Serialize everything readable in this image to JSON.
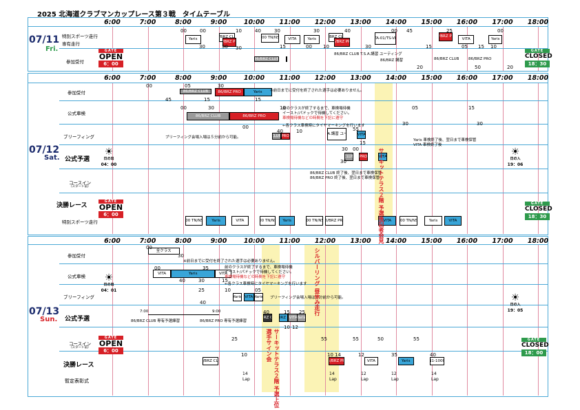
{
  "title": "2025 北海道クラブマンカップレース第３戦　タイムテーブル",
  "hours": [
    "6:00",
    "7:00",
    "8:00",
    "9:00",
    "10:00",
    "11:00",
    "12:00",
    "13:00",
    "14:00",
    "15:00",
    "16:00",
    "17:00",
    "18:00"
  ],
  "day1": {
    "date": "07/11",
    "dow": "Fri.",
    "rows": [
      "特別スポーツ走行",
      "専有走行",
      "参加受付"
    ],
    "gate_open": {
      "g": "GATE",
      "o": "OPEN",
      "t": "6：00"
    },
    "gate_closed": {
      "g": "GATE",
      "o": "CLOSED",
      "t": "18：30"
    },
    "boxes": [
      "Yaris",
      "86/BRZ CLUB",
      "86/BRZ PRO",
      "N1-1000 TN/NS1-BtN",
      "VITA",
      "Yaris",
      "86/BRZ CLUB",
      "86/BRZ PRO",
      "VITA-01/TS-VITA",
      "86/BRZ PRO",
      "VITA",
      "86/BRZ CLUB",
      "Yaris"
    ],
    "nums": [
      "00",
      "30",
      "30",
      "00",
      "30",
      "10",
      "40",
      "30",
      "15",
      "00",
      "30",
      "10",
      "40",
      "30",
      "00",
      "45",
      "15",
      "25",
      "05",
      "15",
      "10",
      "00",
      "20",
      "50",
      "20"
    ],
    "notes": [
      "86/BRZ CLUB",
      "86/BRZ PRO",
      "86/BRZ CLUB T.S.A.講習 ユーティング",
      "86/BRZ 講習",
      "86/BRZ CLUB",
      "86/BRZ PRO"
    ]
  },
  "day2": {
    "date": "07/12",
    "dow": "Sat.",
    "rows": [
      "参加受付",
      "公式車検",
      "ブリーフィング",
      "公式予選",
      "コースイン",
      "（スタート前）",
      "決勝レース",
      "特別スポーツ走行"
    ],
    "gate_open": {
      "g": "GATE",
      "o": "OPEN",
      "t": "6：00"
    },
    "gate_closed": {
      "g": "GATE",
      "o": "CLOSED",
      "t": "18：30"
    },
    "sunrise": {
      "label": "日の出",
      "time": "04：00"
    },
    "sunset": {
      "label": "日の入",
      "time": "19：06"
    },
    "boxes": [
      "86/BRZ CLUB",
      "86/BRZ PRO",
      "Yaris",
      "86/BRZ CLUB",
      "86/BRZ PRO",
      "CLUB",
      "PRO",
      "Yaris T.S.A.講習 ユーティング",
      "VITA",
      "CLUB",
      "PRO",
      "VITA",
      "N1-1000 TN/NS1-BtN",
      "Yaris",
      "VITA",
      "N1-1000 TN/NS1-BtN",
      "Yaris",
      "N1-1000 TN/NS1-BtN",
      "86/BRZ PRO",
      "VITA",
      "N1-1000 TN/NS1-BtN",
      "Yaris",
      "VITA"
    ],
    "nums": [
      "00",
      "05",
      "30",
      "45",
      "15",
      "15",
      "00",
      "30",
      "10",
      "00",
      "30",
      "00",
      "30",
      "40",
      "10",
      "55",
      "15",
      "05",
      "30",
      "15",
      "30"
    ],
    "notes": [
      "※前日までに受付を終了された選手は必要ありません。",
      "前のクラスが終了するまで、車検場待機",
      "イースト/パドックで待機してください。",
      "車検場待機などの時間を下記に遵守",
      "←各クラス車検時にタイヤマーキングを行います",
      "ブリーフィング会場入場は５分前から可能。",
      "86/BRZ CLUB 終了後、翌日まで車検保管",
      "86/BRZ PRO 終了後、翌日まで車検保管",
      "Yaris 車検終了後、翌日まで車検保管",
      "VITA 車検終了後"
    ],
    "vertical": "サーキットテラス２階 予選後記者会見"
  },
  "day3": {
    "date": "07/13",
    "dow": "Sun.",
    "rows": [
      "参加受付",
      "公式車検",
      "ブリーフィング",
      "公式予選",
      "コースイン",
      "（スタート前）",
      "決勝レース",
      "暫定表彰式"
    ],
    "gate_open": {
      "g": "GATE",
      "o": "OPEN",
      "t": "6：00"
    },
    "gate_closed": {
      "g": "GATE",
      "o": "CLOSED",
      "t": "18：00"
    },
    "sunrise": {
      "label": "日の出",
      "time": "04：01"
    },
    "sunset": {
      "label": "日の入",
      "time": "19：05"
    },
    "boxes": [
      "全クラス",
      "VITA",
      "Yaris",
      "VITA",
      "Yaris",
      "VITA",
      "Yaris",
      "86/BRZ CLUB",
      "86/BRZ PRO",
      "VITA",
      "Yaris",
      "N1-1000"
    ],
    "nums": [
      "00",
      "30",
      "00",
      "35",
      "40",
      "30",
      "15",
      "25",
      "10",
      "05",
      "40",
      "25",
      "55",
      "10",
      "40",
      "15",
      "25",
      "55",
      "50",
      "55",
      "35",
      "40",
      "10",
      "10",
      "12",
      "12",
      "14"
    ],
    "laps": [
      "14",
      "Lap",
      "14",
      "Lap",
      "12",
      "Lap",
      "12",
      "Lap",
      "14",
      "Lap"
    ],
    "quali_notes": [
      "7:00",
      "9:00",
      "86/BRZ CLUB 専有予選練習",
      "86/BRZ PRO 専有予選練習"
    ],
    "notes": [
      "※前日までに受付を終了された選手は必要ありません。",
      "前のクラスが終了するまで、車検場待機",
      "イースト/パドックで待機してください。",
      "車検場待機などの時間を下記に遵守",
      "←各クラス車検時にタイヤマーキングを行います",
      "ブリーフィング会場入場は５分前から可能。"
    ],
    "vertical1": "サーキットテラス２階 予選上位選手サイン会",
    "vertical2": "シルバーリング 昼休み走行"
  },
  "colors": {
    "panel": "#4aa8d6",
    "grid": "#e08aa0",
    "red": "#d72026",
    "blue": "#39a5d8",
    "green": "#2e9a4c",
    "yellow": "#fbf3b5"
  }
}
